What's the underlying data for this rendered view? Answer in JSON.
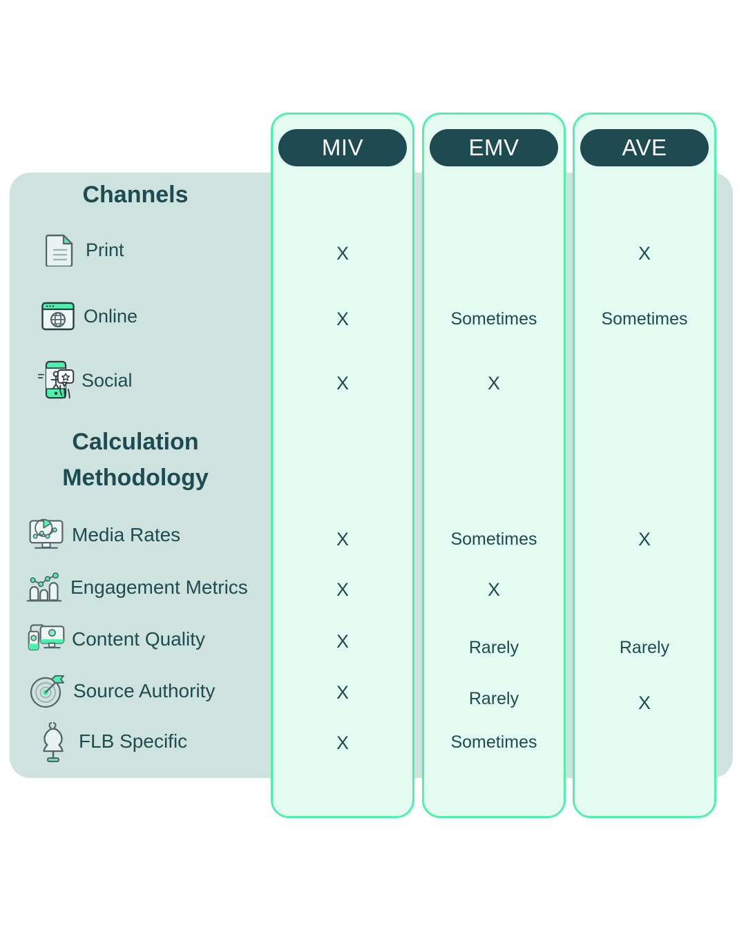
{
  "panel": {
    "background_color": "#cfe3de",
    "sections": [
      {
        "id": "channels",
        "title": "Channels"
      },
      {
        "id": "methodology",
        "title_line1": "Calculation",
        "title_line2": "Methodology"
      }
    ]
  },
  "colors": {
    "column_fill": "#e3fbf0",
    "column_border": "#4ff0ab",
    "pill_background": "#1e4b52",
    "pill_text": "#ffffff",
    "text": "#1e4b52",
    "panel": "#cfe3de",
    "accent_mint": "#4ff0ab",
    "icon_line": "#52636b"
  },
  "columns": [
    {
      "id": "miv",
      "label": "MIV"
    },
    {
      "id": "emv",
      "label": "EMV"
    },
    {
      "id": "ave",
      "label": "AVE"
    }
  ],
  "rows": [
    {
      "id": "print",
      "label": "Print",
      "icon": "document-icon",
      "section": "channels",
      "miv": "X",
      "emv": "",
      "ave": "X"
    },
    {
      "id": "online",
      "label": "Online",
      "icon": "browser-globe-icon",
      "section": "channels",
      "miv": "X",
      "emv": "Sometimes",
      "ave": "Sometimes"
    },
    {
      "id": "social",
      "label": "Social",
      "icon": "phone-social-icon",
      "section": "channels",
      "miv": "X",
      "emv": "X",
      "ave": ""
    },
    {
      "id": "media-rates",
      "label": "Media Rates",
      "icon": "monitor-chart-icon",
      "section": "methodology",
      "miv": "X",
      "emv": "Sometimes",
      "ave": "X"
    },
    {
      "id": "engagement-metrics",
      "label": "Engagement Metrics",
      "icon": "bar-line-chart-icon",
      "section": "methodology",
      "miv": "X",
      "emv": "X",
      "ave": ""
    },
    {
      "id": "content-quality",
      "label": "Content Quality",
      "icon": "monitor-phone-icon",
      "section": "methodology",
      "miv": "X",
      "emv": "Rarely",
      "ave": "Rarely"
    },
    {
      "id": "source-authority",
      "label": "Source Authority",
      "icon": "target-dart-icon",
      "section": "methodology",
      "miv": "X",
      "emv": "Rarely",
      "ave": "X"
    },
    {
      "id": "flb-specific",
      "label": "FLB Specific",
      "icon": "mannequin-icon",
      "section": "methodology",
      "miv": "X",
      "emv": "Sometimes",
      "ave": ""
    }
  ]
}
